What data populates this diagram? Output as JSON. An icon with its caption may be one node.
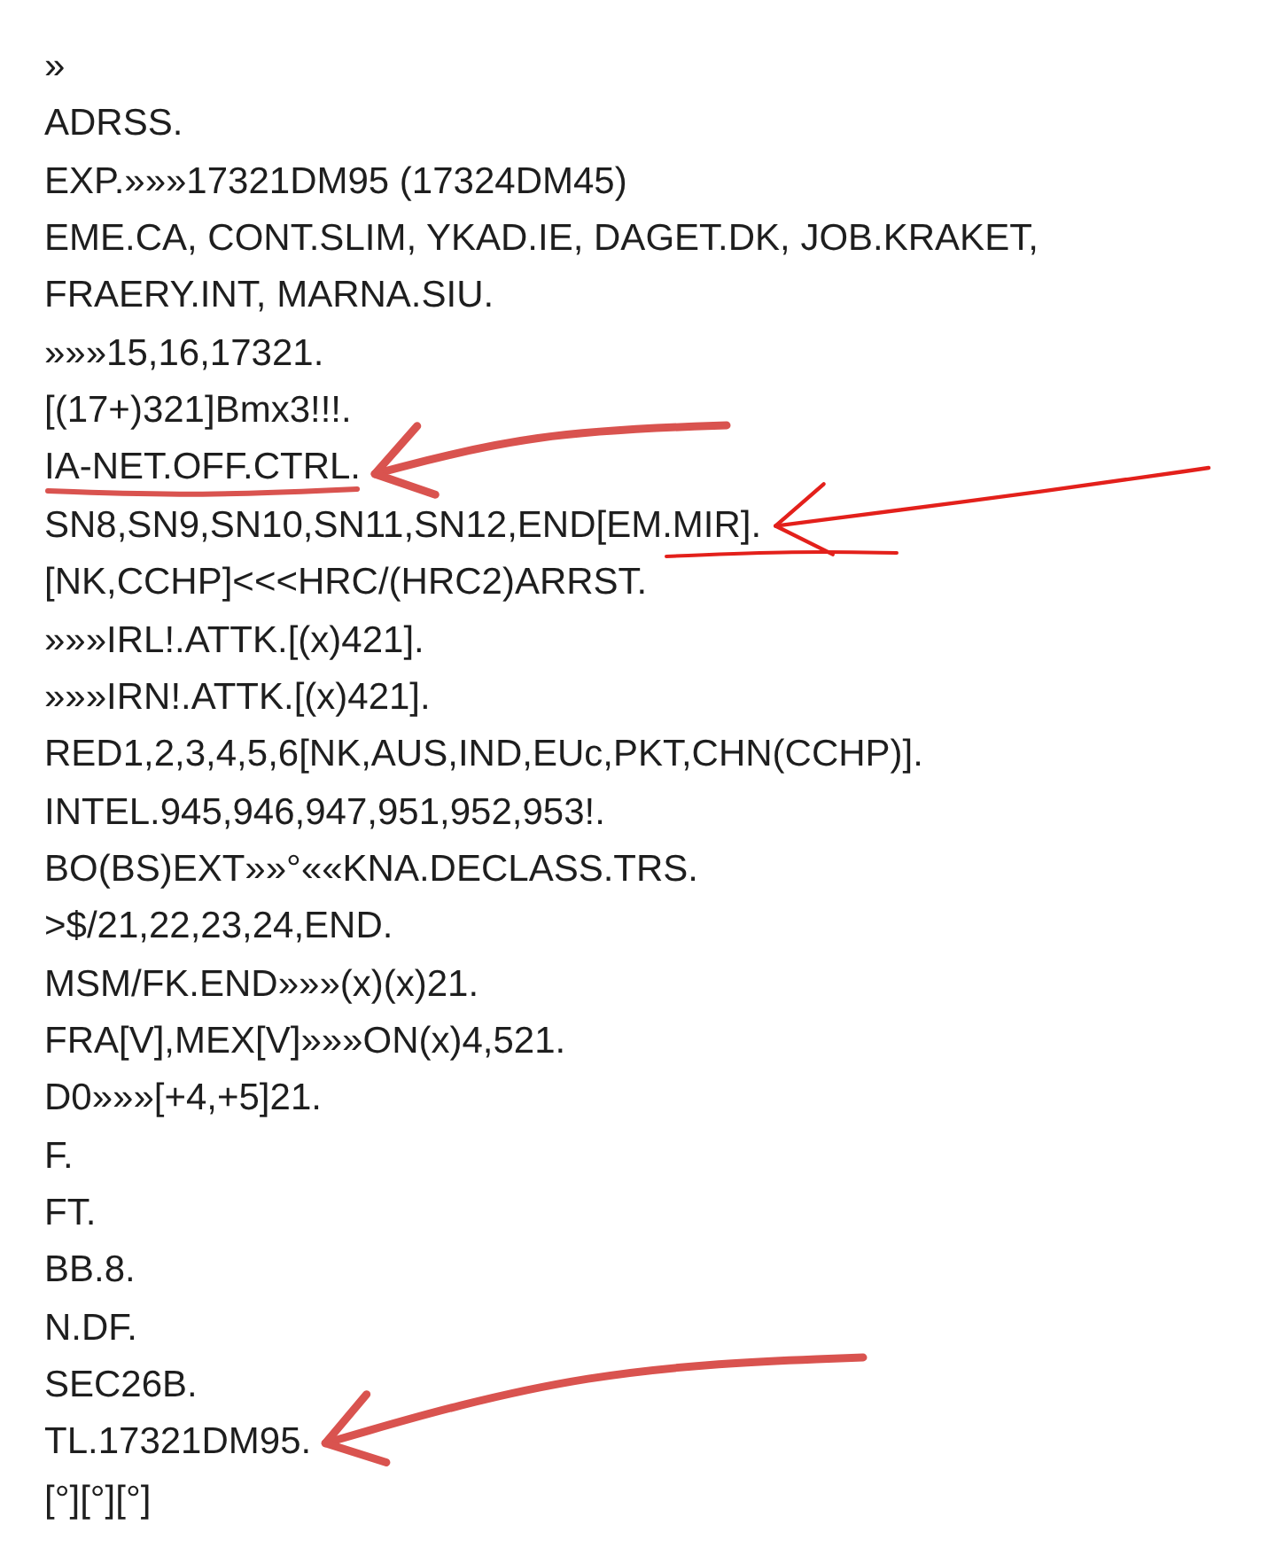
{
  "diagram": {
    "nodes": [
      {
        "text": [
          "IA-NET.OFF.CTRL."
        ]
      },
      {
        "text": [
          "SN8,SN9,SN10,SN11,SN12,END[EM.MIR]."
        ]
      },
      {
        "text": [
          "TL.17321DM95."
        ]
      }
    ],
    "edges": [
      {
        "from": null,
        "to": 0,
        "arrow": "to"
      },
      {
        "from": null,
        "to": 1,
        "arrow": "to",
        "color": "#e3201b"
      },
      {
        "from": null,
        "to": 2,
        "arrow": "to"
      }
    ],
    "labels": [
      "»",
      "ADRSS.",
      "EXP.»»»17321DM95 (17324DM45)",
      "EME.CA, CONT.SLIM, YKAD.IE, DAGET.DK, JOB.KRAKET,",
      "FRAERY.INT, MARNA.SIU.",
      "»»»15,16,17321.",
      "[(17+)321]Bmx3!!!.",
      "[NK,CCHP]<<<HRC/(HRC2)ARRST.",
      "»»»IRL!.ATTK.[(x)421].",
      "»»»IRN!.ATTK.[(x)421].",
      "RED1,2,3,4,5,6[NK,AUS,IND,EUc,PKT,CHN(CCHP)].",
      "INTEL.945,946,947,951,952,953!.",
      "BO(BS)EXT»»°««KNA.DECLASS.TRS.",
      ">$/21,22,23,24,END.",
      "MSM/FK.END»»»(x)(x)21.",
      "FRA[V],MEX[V]»»»ON(x)4,521.",
      "D0»»»[+4,+5]21.",
      "F.",
      "FT.",
      "BB.8.",
      "N.DF.",
      "SEC26B.",
      "[°][°][°]"
    ]
  }
}
